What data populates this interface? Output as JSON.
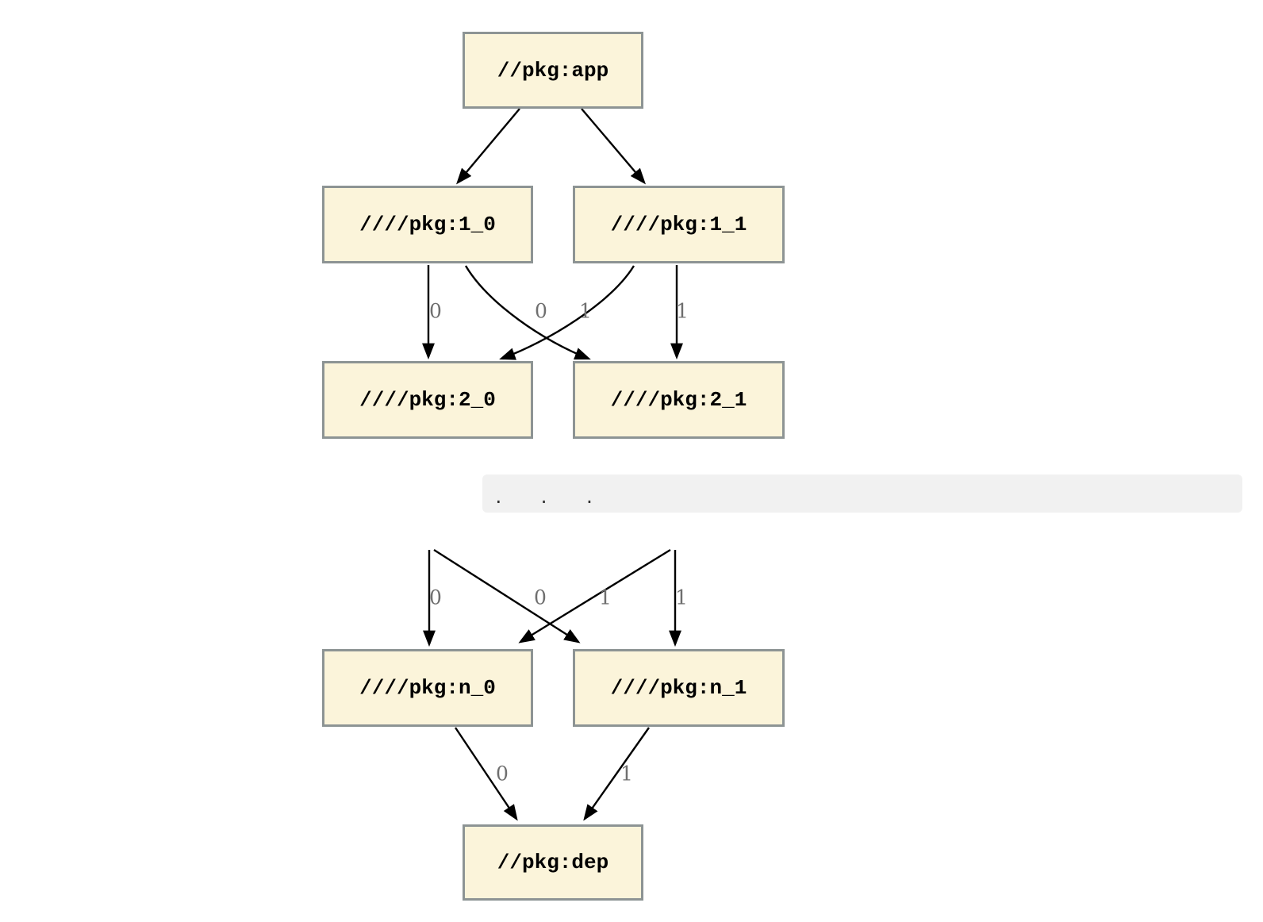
{
  "diagram_type": "dependency-graph",
  "colors": {
    "node_fill": "#fbf4da",
    "node_border": "#8d9494",
    "edge_color": "#000000",
    "edge_label_color": "#6f6f6f",
    "separator_background": "#f1f1f1",
    "separator_text_color": "#333333",
    "page_background": "#ffffff"
  },
  "figure1": {
    "nodes": [
      {
        "id": "app",
        "label": "//pkg:app"
      },
      {
        "id": "1_0",
        "label": "////pkg:1_0"
      },
      {
        "id": "1_1",
        "label": "////pkg:1_1"
      },
      {
        "id": "2_0",
        "label": "////pkg:2_0"
      },
      {
        "id": "2_1",
        "label": "////pkg:2_1"
      }
    ],
    "edges": [
      {
        "from": "//pkg:app",
        "to": "////pkg:1_0",
        "label": ""
      },
      {
        "from": "//pkg:app",
        "to": "////pkg:1_1",
        "label": ""
      },
      {
        "from": "////pkg:1_0",
        "to": "////pkg:2_0",
        "label": "0"
      },
      {
        "from": "////pkg:1_0",
        "to": "////pkg:2_1",
        "label": "1"
      },
      {
        "from": "////pkg:1_1",
        "to": "////pkg:2_0",
        "label": "0"
      },
      {
        "from": "////pkg:1_1",
        "to": "////pkg:2_1",
        "label": "1"
      }
    ]
  },
  "separator": {
    "text": ". . ."
  },
  "figure2": {
    "nodes": [
      {
        "id": "n_0",
        "label": "////pkg:n_0"
      },
      {
        "id": "n_1",
        "label": "////pkg:n_1"
      },
      {
        "id": "dep",
        "label": "//pkg:dep"
      }
    ],
    "edges": [
      {
        "from": "",
        "to": "////pkg:n_0",
        "label": "0"
      },
      {
        "from": "",
        "to": "////pkg:n_1",
        "label": "1"
      },
      {
        "from": "",
        "to": "////pkg:n_0",
        "label": "0"
      },
      {
        "from": "",
        "to": "////pkg:n_1",
        "label": "1"
      },
      {
        "from": "////pkg:n_0",
        "to": "//pkg:dep",
        "label": "0"
      },
      {
        "from": "////pkg:n_1",
        "to": "//pkg:dep",
        "label": "1"
      }
    ]
  }
}
